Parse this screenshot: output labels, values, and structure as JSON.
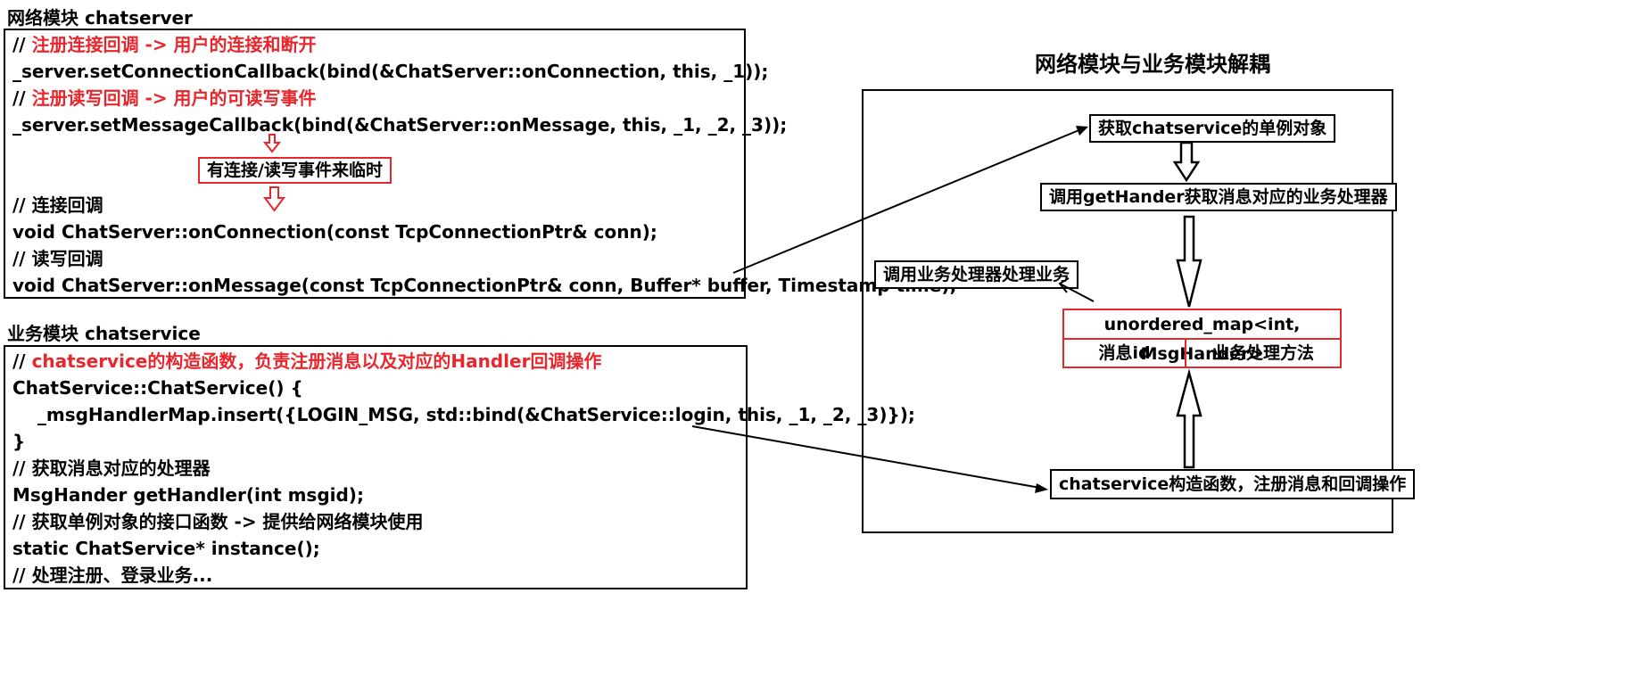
{
  "network_module": {
    "label": "网络模块 chatserver",
    "lines": [
      {
        "text": "// 注册连接回调 -> 用户的连接和断开",
        "color": "#e8262c",
        "highlight": true
      },
      {
        "text": "_server.setConnectionCallback(bind(&ChatServer::onConnection, this, _1));",
        "highlight": false
      },
      {
        "text": "// 注册读写回调 -> 用户的可读写事件",
        "color": "#e8262c",
        "highlight": true
      },
      {
        "text": "_server.setMessageCallback(bind(&ChatServer::onMessage, this, _1, _2, _3));",
        "highlight": false
      },
      {
        "text": "// 连接回调",
        "highlight": false
      },
      {
        "text": "void ChatServer::onConnection(const TcpConnectionPtr& conn);",
        "highlight": false
      },
      {
        "text": "// 读写回调",
        "highlight": false
      },
      {
        "text": "void ChatServer::onMessage(const TcpConnectionPtr& conn, Buffer* buffer, Timestamp time);",
        "highlight": false
      }
    ],
    "event_note": "有连接/读写事件来临时"
  },
  "service_module": {
    "label": "业务模块 chatservice",
    "lines": [
      {
        "text": "// chatservice的构造函数，负责注册消息以及对应的Handler回调操作",
        "color": "#e8262c",
        "highlight": true
      },
      {
        "text": "ChatService::ChatService() {",
        "highlight": false
      },
      {
        "text": "    _msgHandlerMap.insert({LOGIN_MSG, std::bind(&ChatService::login, this, _1, _2, _3)});",
        "highlight": false
      },
      {
        "text": "}",
        "highlight": false
      },
      {
        "text": "// 获取消息对应的处理器",
        "highlight": false
      },
      {
        "text": "MsgHander getHandler(int msgid);",
        "highlight": false
      },
      {
        "text": "// 获取单例对象的接口函数 -> 提供给网络模块使用",
        "highlight": false
      },
      {
        "text": "static ChatService* instance();",
        "highlight": false
      },
      {
        "text": "// 处理注册、登录业务...",
        "highlight": false
      }
    ]
  },
  "decoupling": {
    "title": "网络模块与业务模块解耦",
    "get_instance": "获取chatservice的单例对象",
    "get_handler": "调用getHander获取消息对应的业务处理器",
    "process": "调用业务处理器处理业务",
    "map_header": "unordered_map<int, MsgHander>",
    "map_key": "消息id",
    "map_value": "业务处理方法",
    "constructor": "chatservice构造函数，注册消息和回调操作"
  },
  "colors": {
    "accent_red": "#e8262c",
    "border": "#000000",
    "background": "#ffffff"
  }
}
